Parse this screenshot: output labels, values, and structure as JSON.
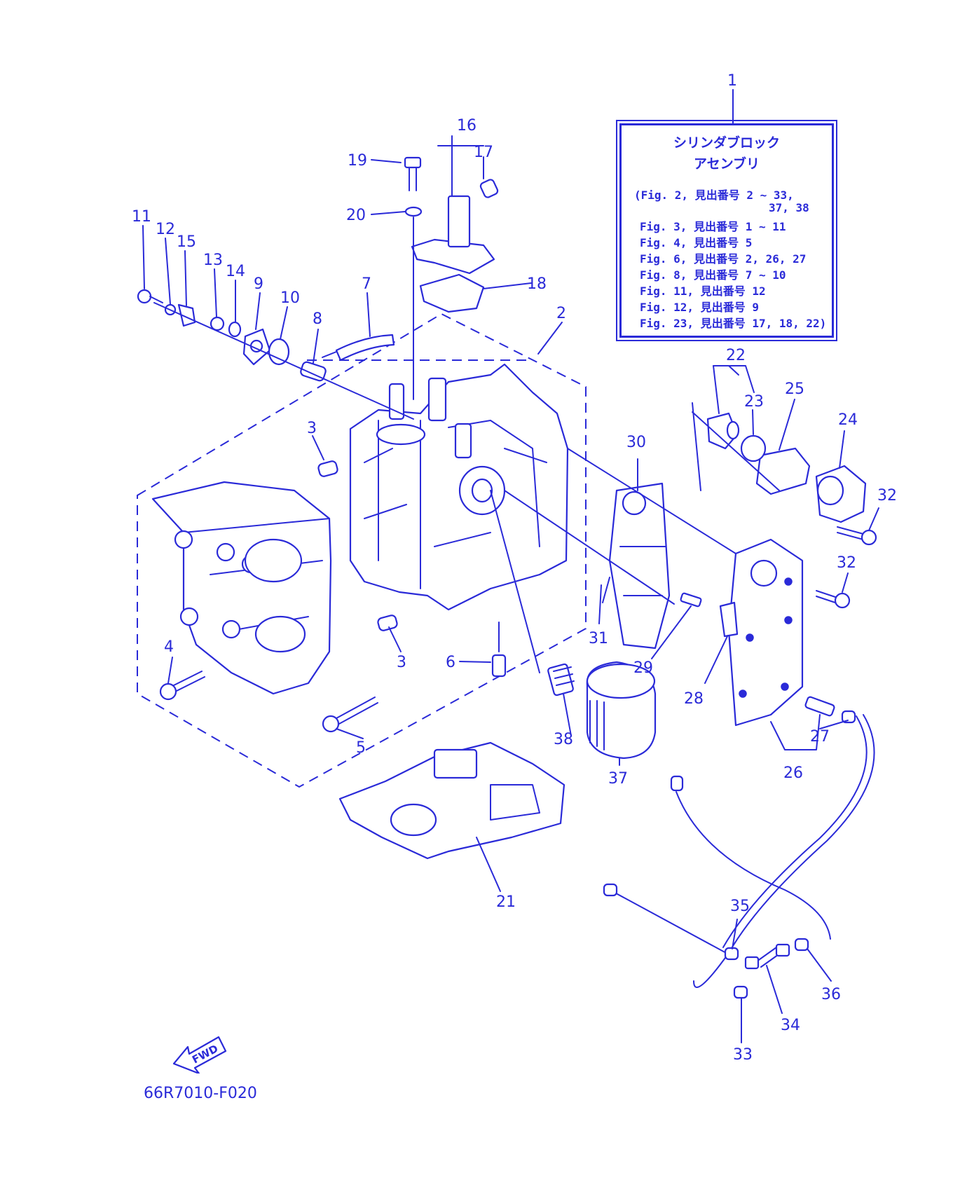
{
  "callout": {
    "title_line1": "シリンダブロック",
    "title_line2": "アセンブリ",
    "figures": [
      "(Fig. 2, 見出番号 2 ~ 33,",
      "37, 38",
      "Fig. 3, 見出番号 1 ~ 11",
      "Fig. 4, 見出番号 5",
      "Fig. 6, 見出番号 2, 26, 27",
      "Fig. 8, 見出番号 7 ~ 10",
      "Fig. 11, 見出番号 12",
      "Fig. 12, 見出番号 9",
      "Fig. 23, 見出番号 17, 18, 22)"
    ]
  },
  "drawing_code": "66R7010-F020",
  "fwd_label": "FWD",
  "line_color": "#2a2ad8",
  "part_numbers": {
    "n1": "1",
    "n2": "2",
    "n3a": "3",
    "n3b": "3",
    "n4": "4",
    "n5": "5",
    "n6": "6",
    "n7": "7",
    "n8": "8",
    "n9": "9",
    "n10": "10",
    "n11": "11",
    "n12": "12",
    "n13": "13",
    "n14": "14",
    "n15": "15",
    "n16": "16",
    "n17": "17",
    "n18": "18",
    "n19": "19",
    "n20": "20",
    "n21": "21",
    "n22": "22",
    "n23": "23",
    "n24": "24",
    "n25": "25",
    "n26": "26",
    "n27": "27",
    "n28": "28",
    "n29": "29",
    "n30": "30",
    "n31": "31",
    "n32a": "32",
    "n32b": "32",
    "n33": "33",
    "n34": "34",
    "n35": "35",
    "n36": "36",
    "n37": "37",
    "n38": "38"
  }
}
